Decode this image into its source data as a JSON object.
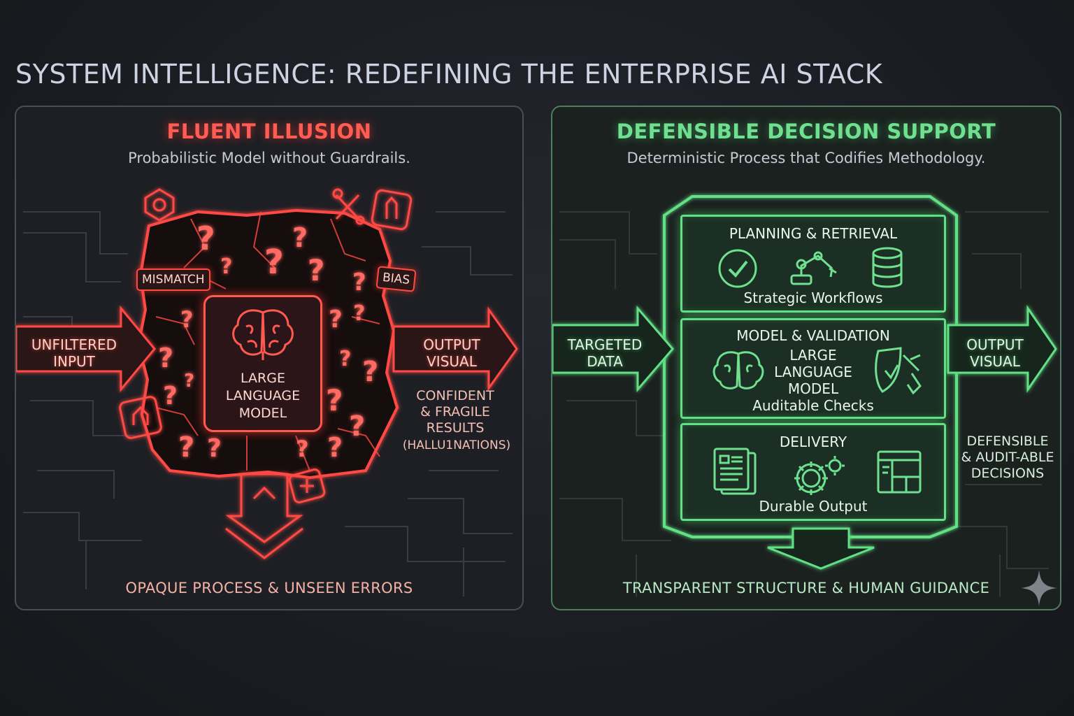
{
  "title": "SYSTEM INTELLIGENCE: REDEFINING THE ENTERPRISE AI STACK",
  "colors": {
    "red_accent": "#ff4a44",
    "green_accent": "#62e086",
    "background": "#1b1d23"
  },
  "left": {
    "title": "FLUENT ILLUSION",
    "subtitle": "Probabilistic Model without Guardrails.",
    "input_label": "UNFILTERED\nINPUT",
    "output_label": "OUTPUT\nVISUAL",
    "result_label": "CONFIDENT\n& FRAGILE\nRESULTS",
    "result_note": "(HALLU1NATIONS)",
    "tag_mismatch": "MISMATCH",
    "tag_bias": "BIAS",
    "core_label": "LARGE\nLANGUAGE\nMODEL",
    "footer": "OPAQUE  PROCESS & UNSEEN ERRORS",
    "icons": [
      "brain-icon",
      "tools-icon",
      "warning-icon",
      "question-icon"
    ]
  },
  "right": {
    "title": "DEFENSIBLE DECISION SUPPORT",
    "subtitle": "Deterministic Process that Codifies Methodology.",
    "input_label": "TARGETED\nDATA",
    "output_label": "OUTPUT\nVISUAL",
    "result_label": "DEFENSIBLE\n& AUDIT-ABLE\nDECISIONS",
    "stages": [
      {
        "title": "PLANNING & RETRIEVAL",
        "caption": "Strategic Workflows",
        "icons": [
          "check-circle-icon",
          "robot-arm-icon",
          "database-icon"
        ]
      },
      {
        "title": "MODEL & VALIDATION",
        "caption": "LARGE\nLANGUAGE\nMODEL\nAuditable Checks",
        "icons": [
          "brain-icon",
          "shield-check-icon"
        ]
      },
      {
        "title": "DELIVERY",
        "caption": "Durable Output",
        "icons": [
          "documents-icon",
          "gears-icon",
          "dashboard-icon"
        ]
      }
    ],
    "footer": "TRANSPARENT STRUCTURE & HUMAN GUIDANCE"
  }
}
